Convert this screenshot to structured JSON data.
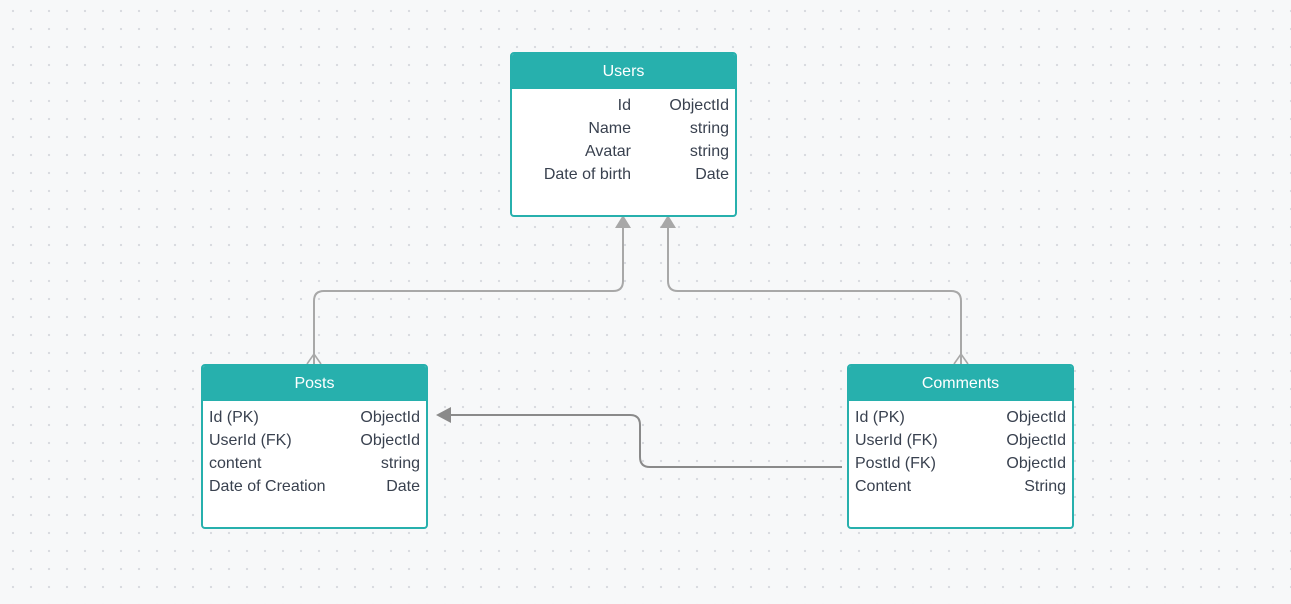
{
  "entities": {
    "users": {
      "title": "Users",
      "fields": [
        {
          "name": "Id",
          "type": "ObjectId"
        },
        {
          "name": "Name",
          "type": "string"
        },
        {
          "name": "Avatar",
          "type": "string"
        },
        {
          "name": "Date of birth",
          "type": "Date"
        }
      ]
    },
    "posts": {
      "title": "Posts",
      "fields": [
        {
          "name": "Id (PK)",
          "type": "ObjectId"
        },
        {
          "name": "UserId (FK)",
          "type": "ObjectId"
        },
        {
          "name": "content",
          "type": "string"
        },
        {
          "name": "Date of Creation",
          "type": "Date"
        }
      ]
    },
    "comments": {
      "title": "Comments",
      "fields": [
        {
          "name": "Id (PK)",
          "type": "ObjectId"
        },
        {
          "name": "UserId (FK)",
          "type": "ObjectId"
        },
        {
          "name": "PostId (FK)",
          "type": "ObjectId"
        },
        {
          "name": "Content",
          "type": "String"
        }
      ]
    }
  },
  "relationships": [
    {
      "from": "posts",
      "to": "users",
      "kind": "many-to-one"
    },
    {
      "from": "comments",
      "to": "users",
      "kind": "many-to-one"
    },
    {
      "from": "comments",
      "to": "posts",
      "kind": "reference"
    }
  ],
  "colors": {
    "accent": "#27b0ad",
    "connector": "#a8a8a8",
    "connector_dark": "#8a8a8a",
    "text": "#39414f",
    "canvas": "#f7f8f9"
  }
}
